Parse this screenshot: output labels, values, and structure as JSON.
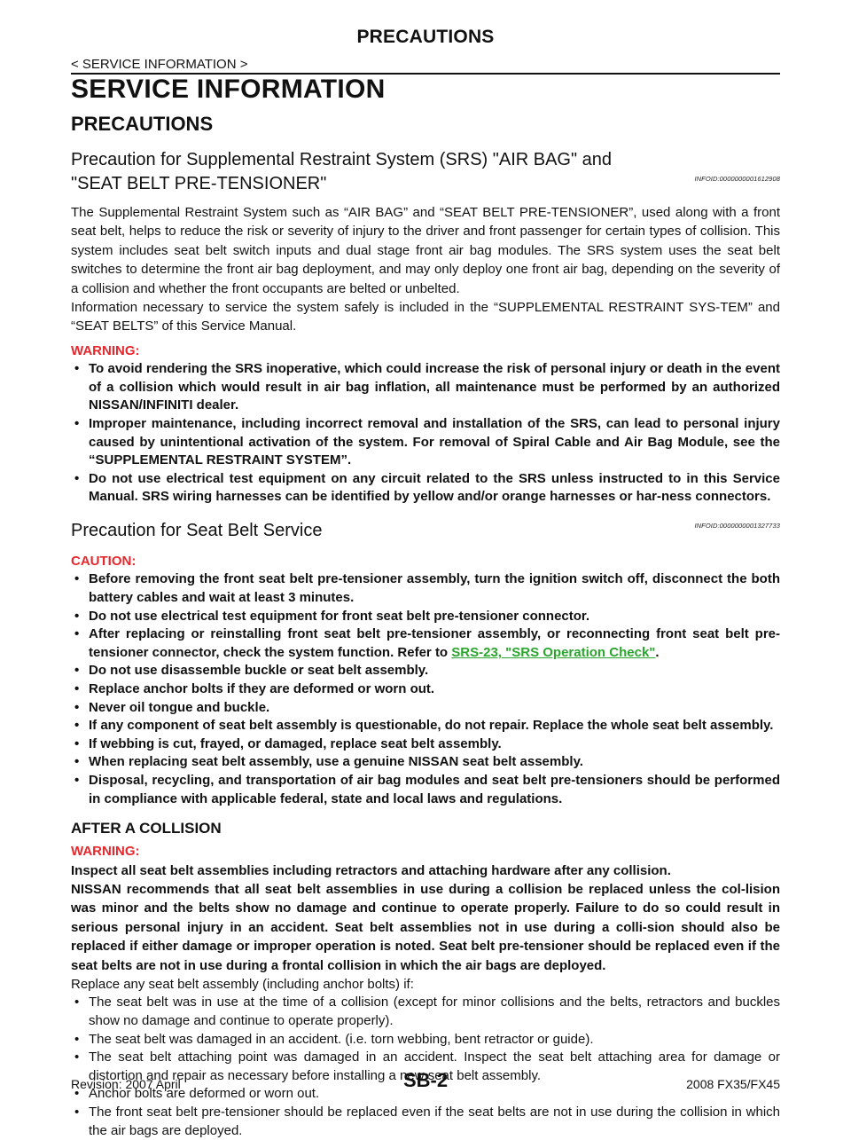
{
  "header": {
    "title": "PRECAUTIONS",
    "breadcrumb": "< SERVICE INFORMATION >"
  },
  "main": {
    "section_title": "SERVICE INFORMATION",
    "subsection_title": "PRECAUTIONS",
    "srs": {
      "heading": "Precaution for Supplemental Restraint System (SRS) \"AIR BAG\" and \"SEAT BELT PRE-TENSIONER\"",
      "infoid": "INFOID:0000000001612908",
      "para1": "The Supplemental Restraint System such as “AIR BAG” and “SEAT BELT PRE-TENSIONER”, used along with a front seat belt, helps to reduce the risk or severity of injury to the driver and front passenger for certain types of collision. This system includes seat belt switch inputs and dual stage front air bag modules. The SRS system uses the seat belt switches to determine the front air bag deployment, and may only deploy one front air bag, depending on the severity of a collision and whether the front occupants are belted or unbelted.",
      "para2": "Information necessary to service the system safely is included in the “SUPPLEMENTAL RESTRAINT SYS-TEM” and “SEAT BELTS” of this Service Manual.",
      "warning_label": "WARNING:",
      "warnings": [
        "To avoid rendering the SRS inoperative, which could increase the risk of personal injury or death in the event of a collision which would result in air bag inflation, all maintenance must be performed by an authorized NISSAN/INFINITI dealer.",
        "Improper maintenance, including incorrect removal and installation of the SRS, can lead to personal injury caused by unintentional activation of the system. For removal of Spiral Cable and Air Bag Module, see the “SUPPLEMENTAL RESTRAINT SYSTEM”.",
        "Do not use electrical test equipment on any circuit related to the SRS unless instructed to in this Service Manual. SRS wiring harnesses can be identified by yellow and/or orange harnesses or har-ness connectors."
      ]
    },
    "seatbelt": {
      "heading": "Precaution for Seat Belt Service",
      "infoid": "INFOID:0000000001327733",
      "caution_label": "CAUTION:",
      "cautions": [
        "Before removing the front seat belt pre-tensioner assembly, turn the ignition switch off, disconnect the both battery cables and wait at least 3 minutes.",
        "Do not use electrical test equipment for front seat belt pre-tensioner connector."
      ],
      "caution3_text": "After replacing or reinstalling front seat belt pre-tensioner assembly, or reconnecting front seat belt pre-tensioner connector, check the system function. Refer to",
      "caution3_link": "SRS-23, \"SRS Operation Check\"",
      "caution3_end": ".",
      "cautions_rest": [
        "Do not use disassemble buckle or seat belt assembly.",
        "Replace anchor bolts if they are deformed or worn out.",
        "Never oil tongue and buckle.",
        "If any component of seat belt assembly is questionable, do not repair. Replace the whole seat belt assembly.",
        "If webbing is cut, frayed, or damaged, replace seat belt assembly.",
        "When replacing seat belt assembly, use a genuine NISSAN seat belt assembly.",
        "Disposal, recycling, and transportation of air bag modules and seat belt pre-tensioners should be performed in compliance with applicable federal, state and local laws and regulations."
      ]
    },
    "collision": {
      "heading": "AFTER A COLLISION",
      "warning_label": "WARNING:",
      "bold1": "Inspect all seat belt assemblies including retractors and attaching hardware after any collision.",
      "bold2": "NISSAN recommends that all seat belt assemblies in use during a collision be replaced unless the col-lision was minor and the belts show no damage and continue to operate properly. Failure to do so could result in serious personal injury in an accident. Seat belt assemblies not in use during a colli-sion should also be replaced if either damage or improper operation is noted. Seat belt pre-tensioner should be replaced even if the seat belts are not in use during a frontal collision in which the air bags are deployed.",
      "intro": "Replace any seat belt assembly (including anchor bolts) if:",
      "items": [
        "The seat belt was in use at the time of a collision (except for minor collisions and the belts, retractors and buckles show no damage and continue to operate properly).",
        "The seat belt was damaged in an accident. (i.e. torn webbing, bent retractor or guide).",
        "The seat belt attaching point was damaged in an accident. Inspect the seat belt attaching area for damage or distortion and repair as necessary before installing a new seat belt assembly.",
        "Anchor bolts are deformed or worn out.",
        "The front seat belt pre-tensioner should be replaced even if the seat belts are not in use during the collision in which the air bags are deployed."
      ]
    }
  },
  "footer": {
    "revision": "Revision: 2007 April",
    "page": "SB-2",
    "model": "2008 FX35/FX45"
  },
  "colors": {
    "warning": "#e8272c",
    "link": "#2aa52d"
  },
  "bullet_char": "•"
}
